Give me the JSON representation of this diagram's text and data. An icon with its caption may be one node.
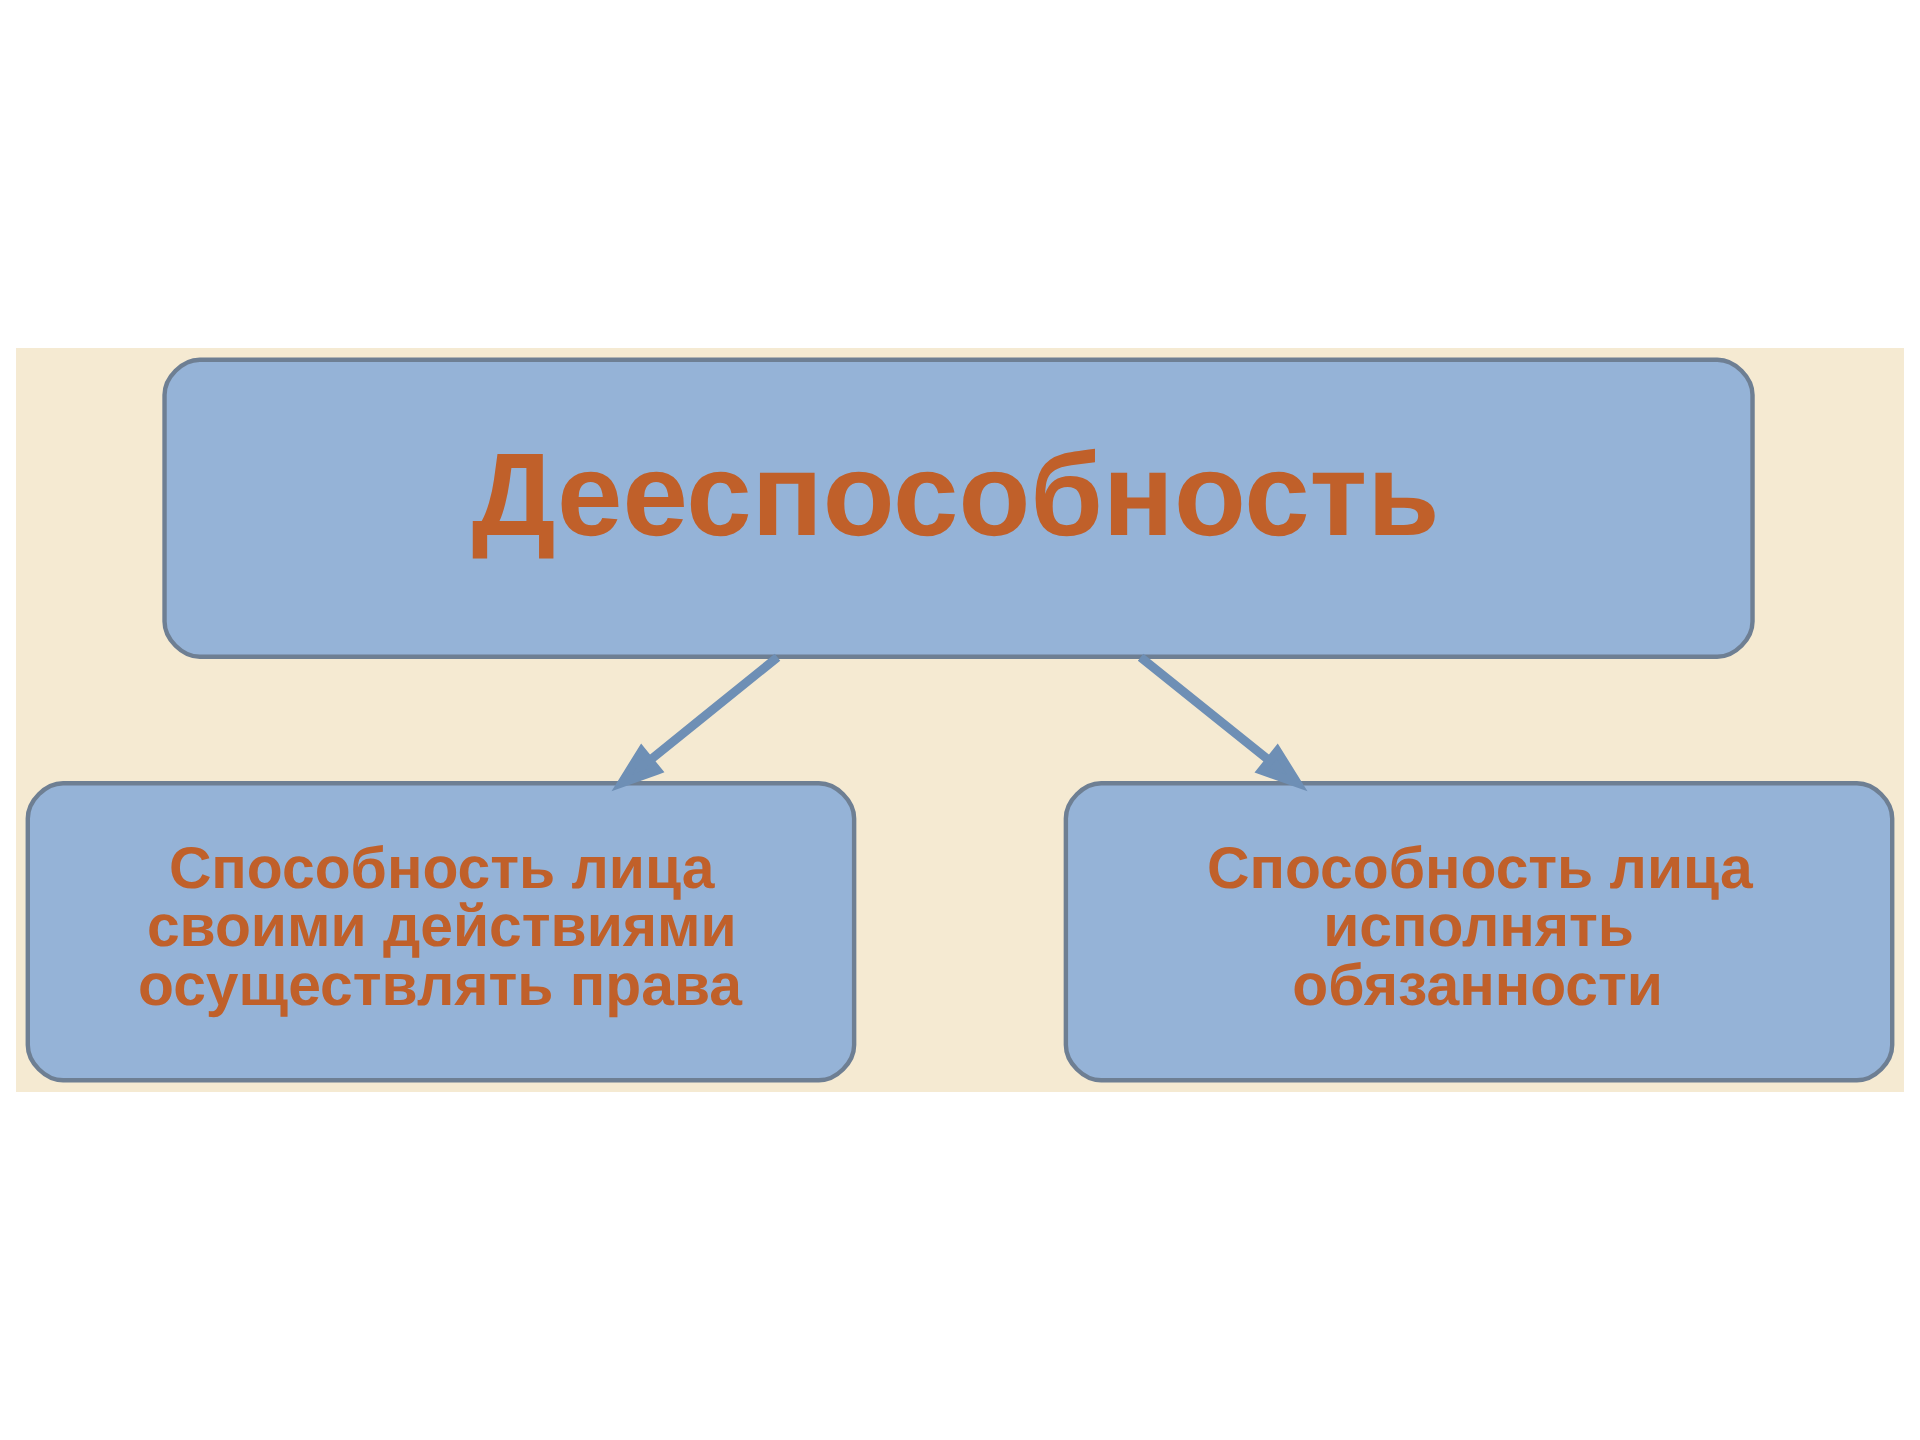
{
  "diagram": {
    "nodes": [
      {
        "text": [
          "Дееспособность"
        ]
      },
      {
        "text": [
          "Способность лица своими действиями осуществлять права"
        ]
      },
      {
        "text": [
          "Способность лица исполнять обязанности"
        ]
      }
    ],
    "edges": [
      {
        "from": 0,
        "to": 1,
        "arrow": "to"
      },
      {
        "from": 0,
        "to": 2,
        "arrow": "to"
      }
    ]
  }
}
